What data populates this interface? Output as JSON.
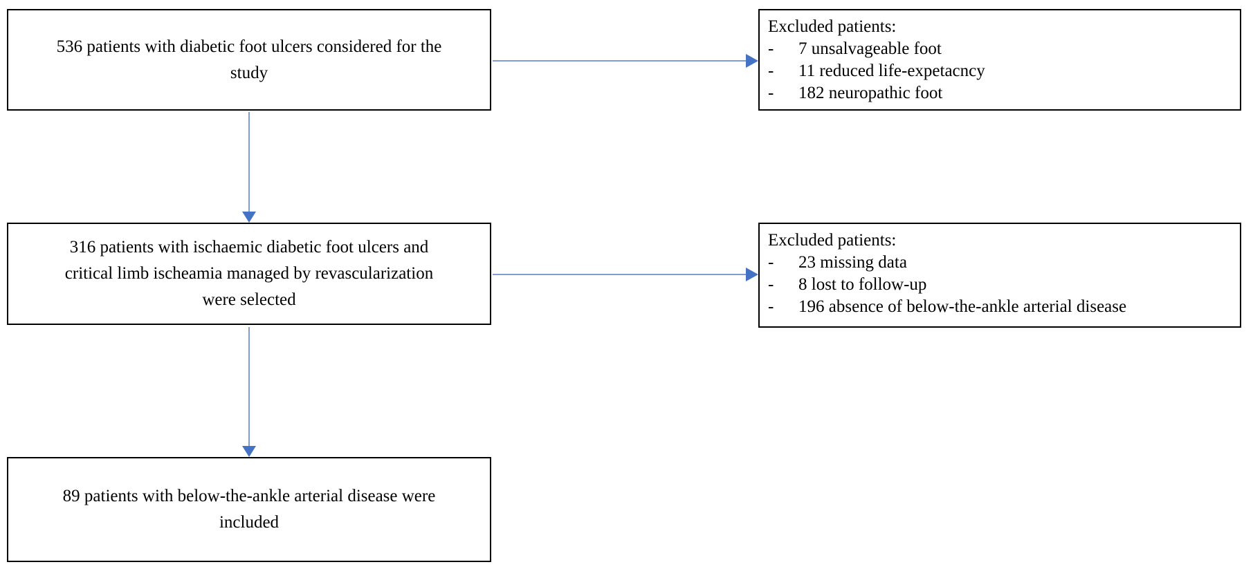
{
  "diagram_type": "patient-flow-chart",
  "bullet": "-",
  "colors": {
    "background": "#ffffff",
    "box_border": "#000000",
    "text": "#000000",
    "arrow_line": "#7f9cd4",
    "arrow_head": "#4472c4"
  },
  "boxes": {
    "considered": {
      "text": "536 patients with diabetic foot ulcers considered for the study",
      "lines": [
        "536 patients with diabetic foot ulcers considered for the",
        "study"
      ]
    },
    "excluded1": {
      "header": "Excluded patients:",
      "items": [
        "7 unsalvageable foot",
        "11 reduced life-expetacncy",
        "182 neuropathic foot"
      ]
    },
    "selected": {
      "text": "316 patients with ischaemic diabetic foot ulcers and critical limb ischeamia managed by revascularization were selected",
      "lines": [
        "316 patients with ischaemic diabetic foot ulcers and",
        "critical limb ischeamia managed by revascularization",
        "were selected"
      ]
    },
    "excluded2": {
      "header": "Excluded patients:",
      "items": [
        "23 missing data",
        "8 lost to follow-up",
        "196 absence of below-the-ankle arterial disease"
      ]
    },
    "included": {
      "text": "89 patients with below-the-ankle arterial disease were included",
      "lines": [
        "89 patients with below-the-ankle arterial disease were",
        "included"
      ]
    }
  },
  "arrows": [
    {
      "from": "considered",
      "to": "excluded1",
      "direction": "right"
    },
    {
      "from": "considered",
      "to": "selected",
      "direction": "down"
    },
    {
      "from": "selected",
      "to": "excluded2",
      "direction": "right"
    },
    {
      "from": "selected",
      "to": "included",
      "direction": "down"
    }
  ]
}
